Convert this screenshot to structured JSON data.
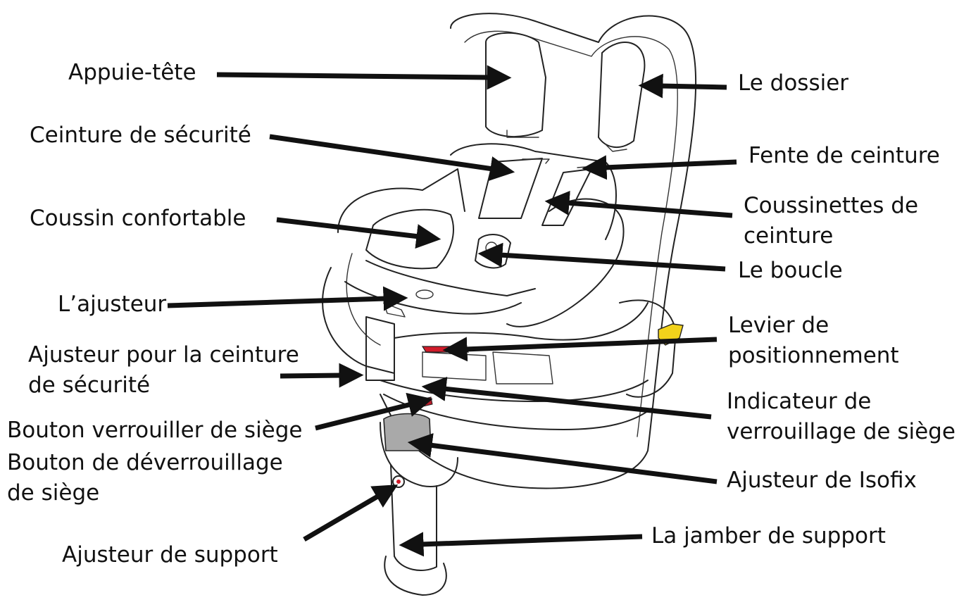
{
  "labels": {
    "headrest": "Appuie-tête",
    "seat_belt": "Ceinture de sécurité",
    "comfort_cushion": "Coussin confortable",
    "adjuster": "L’ajusteur",
    "belt_adjuster": [
      "Ajusteur pour la ceinture",
      "de sécurité"
    ],
    "seat_lock_button": "Bouton verrouiller de siège",
    "seat_unlock_button": [
      "Bouton de déverrouillage",
      "de siège"
    ],
    "support_adjuster": "Ajusteur de support",
    "backrest": "Le dossier",
    "belt_slot": "Fente de ceinture",
    "belt_pads": [
      "Coussinettes de",
      "ceinture"
    ],
    "buckle": "Le boucle",
    "positioning_lever": [
      "Levier de",
      "positionnement"
    ],
    "seat_lock_indicator": [
      "Indicateur de",
      "verrouillage de siège"
    ],
    "isofix_adjuster": "Ajusteur de Isofix",
    "support_leg": "La jamber de support"
  },
  "colors": {
    "outline": "#222222",
    "arrow": "#111111",
    "lever_red": "#d11b2a",
    "indicator_green": "#1f8f5a",
    "isofix_yellow": "#f2d21b",
    "isofix_grey": "#a9a9a9"
  }
}
